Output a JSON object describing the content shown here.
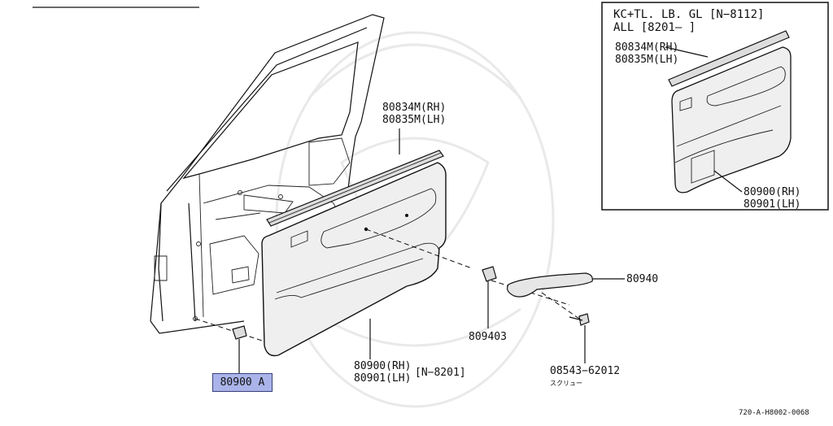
{
  "inset": {
    "header_line1": "KC+TL. LB. GL  [N−8112]",
    "header_line2": "ALL [8201—     ]",
    "weatherstrip_rh": "80834M(RH)",
    "weatherstrip_lh": "80835M(LH)",
    "trim_rh": "80900(RH)",
    "trim_lh": "80901(LH)"
  },
  "main": {
    "weatherstrip_rh": "80834M(RH)",
    "weatherstrip_lh": "80835M(LH)",
    "trim_rh": "80900(RH)",
    "trim_lh": "80901(LH)",
    "trim_note": "[N−8201]",
    "handle": "80940",
    "handle_clip": "809403",
    "screw_number": "08543−62012",
    "screw_caption": "スクリュー",
    "clip_highlight": "80900 A"
  },
  "diagram_code": "720-A-H8002-0068"
}
